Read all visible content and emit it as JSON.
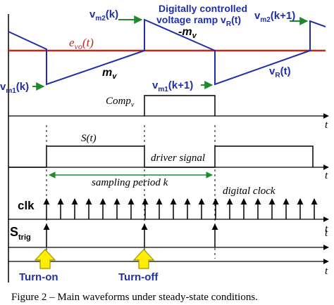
{
  "labels": {
    "vm2_k_main": "v",
    "vm2_k_sub": "m2",
    "vm2_k_arg": "(k)",
    "ramp_line1": "Digitally controlled",
    "ramp_line2_main": "voltage ramp v",
    "ramp_line2_sub": "R",
    "ramp_line2_arg": "(t)",
    "vm2_k1_main": "v",
    "vm2_k1_sub": "m2",
    "vm2_k1_arg": "(k+1)",
    "neg_mv_main": "-m",
    "neg_mv_sub": "v",
    "evo_main": "e",
    "evo_sub": "vo",
    "evo_arg": "(t)",
    "vm1_k_main": "v",
    "vm1_k_sub": "m1",
    "vm1_k_arg": "(k)",
    "mv_main": "m",
    "mv_sub": "v",
    "vm1_k1_main": "v",
    "vm1_k1_sub": "m1",
    "vm1_k1_arg": "(k+1)",
    "vr_main": "v",
    "vr_sub": "R",
    "vr_arg": "(t)",
    "comp_main": "Comp",
    "comp_sub": "v",
    "st": "S(t)",
    "driver": "driver signal",
    "sampling": "sampling period k",
    "digital_clock": "digital clock",
    "clk": "clk",
    "strig_main": "S",
    "strig_sub": "trig",
    "t": "t",
    "turn_on": "Turn-on",
    "turn_off": "Turn-off"
  },
  "caption": "Figure 2 –  Main waveforms under steady-state conditions.",
  "colors": {
    "ramp": "#1f2fa8",
    "evo": "#c0281c",
    "green": "#1d8a2c",
    "arrow_fill": "#ffee00",
    "arrow_stroke": "#9a9300"
  }
}
